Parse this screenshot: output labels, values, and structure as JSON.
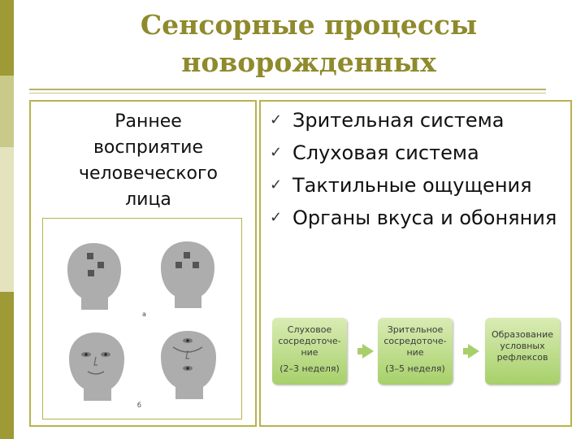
{
  "slide": {
    "title_line1": "Сенсорные процессы",
    "title_line2": "новорожденных",
    "caption_lines": [
      "Раннее",
      "восприятие",
      "человеческого",
      "лица"
    ],
    "figure_labels": {
      "a": "а",
      "b": "б"
    },
    "bullets": [
      "Зрительная система",
      "Слуховая система",
      "Тактильные ощущения",
      "Органы вкуса и обоняния"
    ],
    "check_glyph": "✓",
    "flow": [
      {
        "lines": [
          "Слуховое",
          "сосредоточе-",
          "ние"
        ],
        "sub": "(2–3 неделя)"
      },
      {
        "lines": [
          "Зрительное",
          "сосредоточе-",
          "ние"
        ],
        "sub": "(3–5 неделя)"
      },
      {
        "lines": [
          "Образование",
          "условных",
          "рефлексов"
        ],
        "sub": ""
      }
    ]
  },
  "colors": {
    "accent": "#9e9a35",
    "frame": "#b8b24e",
    "flow_green": "#a7d06a"
  }
}
